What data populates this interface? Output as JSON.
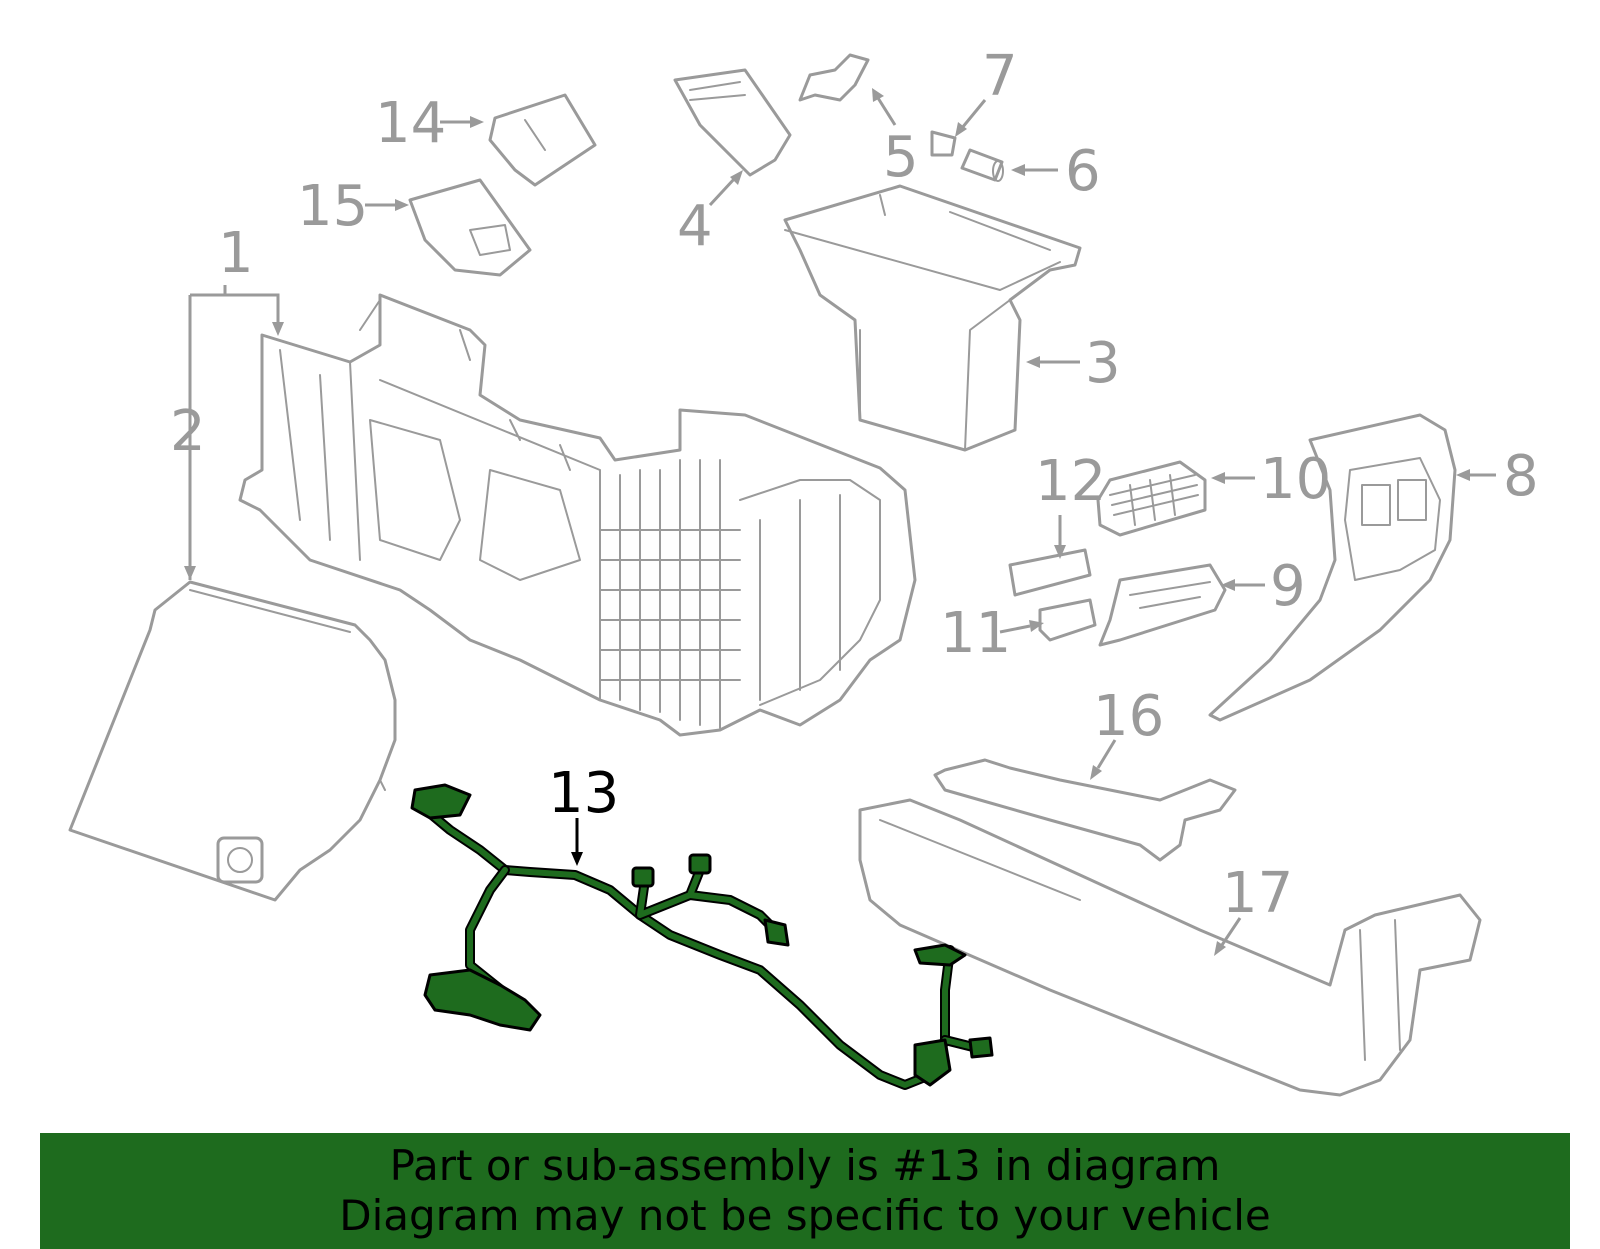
{
  "diagram": {
    "callouts": {
      "c1": "1",
      "c2": "2",
      "c3": "3",
      "c4": "4",
      "c5": "5",
      "c6": "6",
      "c7": "7",
      "c8": "8",
      "c9": "9",
      "c10": "10",
      "c11": "11",
      "c12": "12",
      "c13": "13",
      "c14": "14",
      "c15": "15",
      "c16": "16",
      "c17": "17"
    },
    "highlight_part": "13",
    "colors": {
      "highlight": "#1e6b1e",
      "part_outline": "#9a9a9a",
      "callout_text": "#9a9a9a",
      "active_callout_text": "#000000"
    }
  },
  "banner": {
    "line1": "Part or sub-assembly is #13 in diagram",
    "line2": "Diagram may not be specific to your vehicle",
    "background": "#1e6b1e"
  }
}
